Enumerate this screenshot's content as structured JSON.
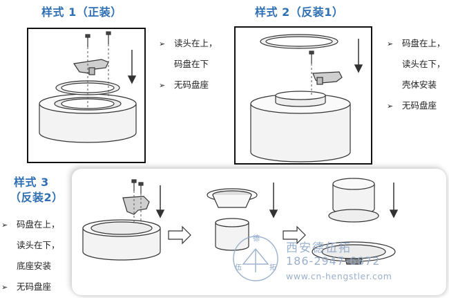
{
  "styles": [
    {
      "title": "样式 1（正装）",
      "lines": [
        "读头在上，",
        "码盘在下",
        "无码盘座"
      ]
    },
    {
      "title": "样式 2（反装1）",
      "lines": [
        "码盘在上，",
        "读头在下，",
        "壳体安装",
        "无码盘座"
      ]
    },
    {
      "title_line1": "样式 3",
      "title_line2": "（反装2）",
      "lines": [
        "码盘在上，",
        "读头在下，",
        "底座安装",
        "无码盘座"
      ]
    }
  ],
  "watermark": {
    "company": "西安德伍拓",
    "phone": "186-2947-6872",
    "url": "www.cn-hengstler.com",
    "logo_chars": [
      "德",
      "伍",
      "拓"
    ],
    "color": "#8fa8c8"
  },
  "colors": {
    "title": "#2e6fb3",
    "frame": "#111111",
    "line": "#333333"
  }
}
